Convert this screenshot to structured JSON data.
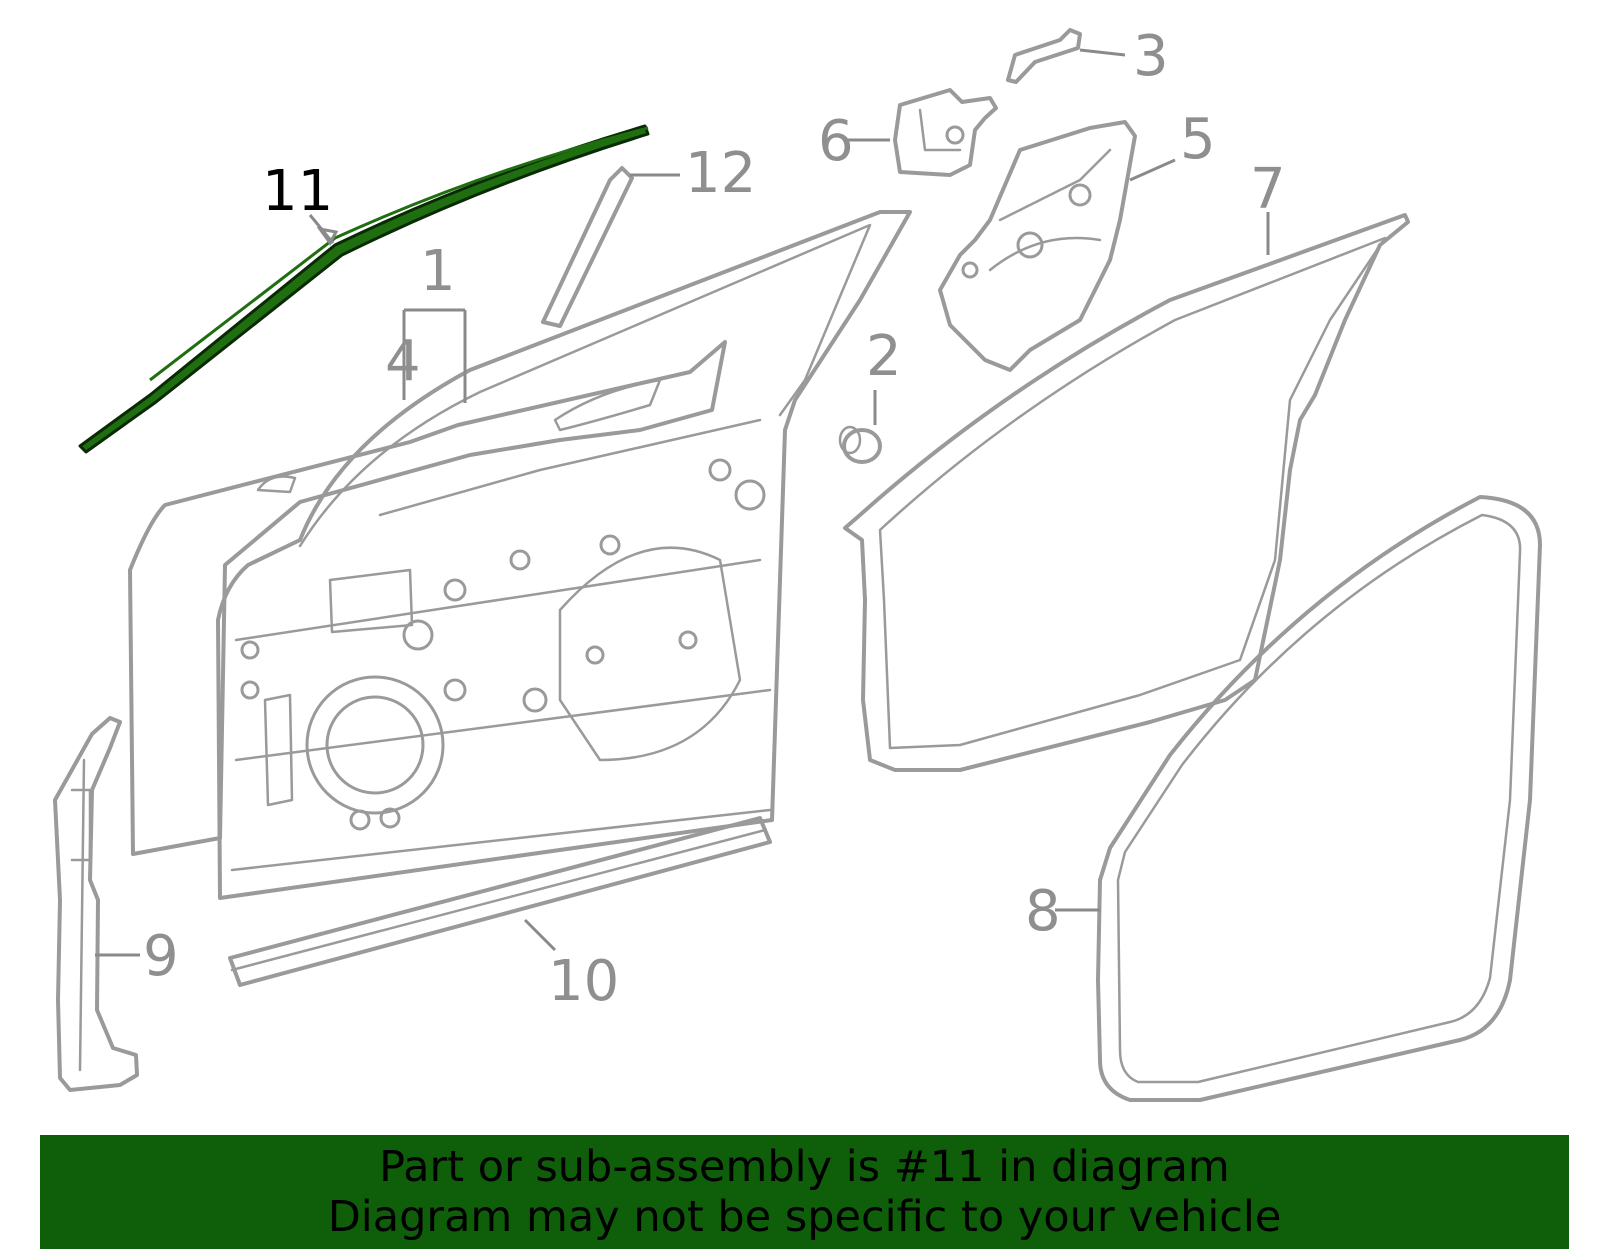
{
  "callouts": [
    {
      "id": "1",
      "label": "1"
    },
    {
      "id": "2",
      "label": "2"
    },
    {
      "id": "3",
      "label": "3"
    },
    {
      "id": "4",
      "label": "4"
    },
    {
      "id": "5",
      "label": "5"
    },
    {
      "id": "6",
      "label": "6"
    },
    {
      "id": "7",
      "label": "7"
    },
    {
      "id": "8",
      "label": "8"
    },
    {
      "id": "9",
      "label": "9"
    },
    {
      "id": "10",
      "label": "10"
    },
    {
      "id": "11",
      "label": "11"
    },
    {
      "id": "12",
      "label": "12"
    }
  ],
  "highlight": {
    "part": "11",
    "color": "#1f6e10"
  },
  "colors": {
    "line_art": "#9a9a9a",
    "banner_bg": "#0f5f0a",
    "banner_text": "#000000"
  },
  "banner": {
    "line1": "Part or sub-assembly is #11 in diagram",
    "line2": "Diagram may not be specific to your vehicle"
  }
}
